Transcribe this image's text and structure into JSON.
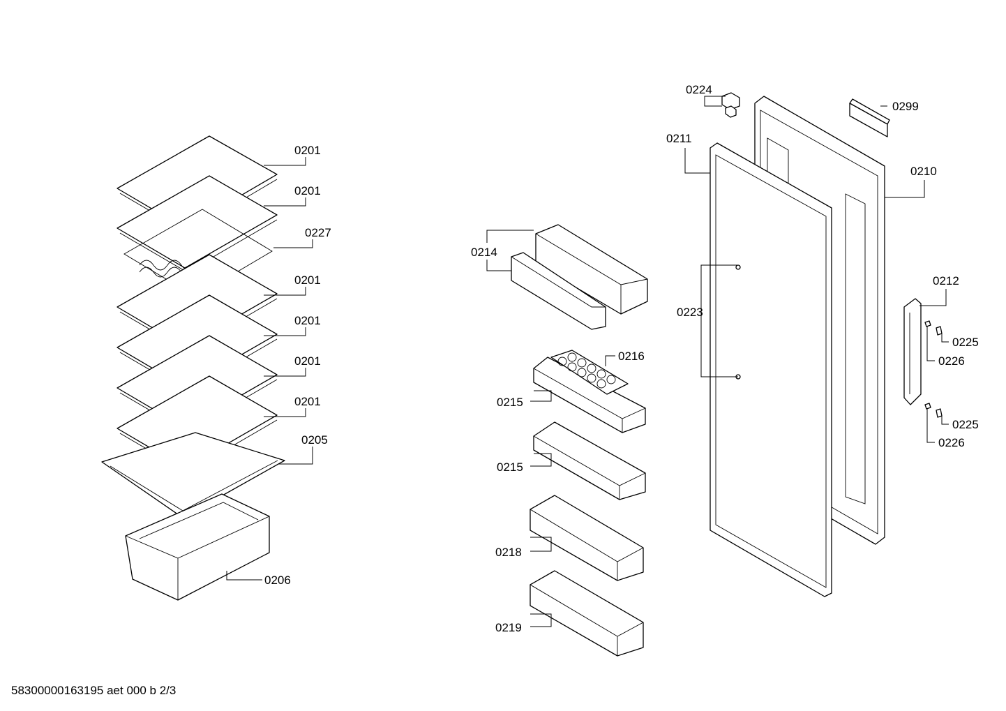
{
  "labels": {
    "shelf_1": "0201",
    "shelf_2": "0201",
    "bottle_rack": "0227",
    "shelf_3": "0201",
    "shelf_4": "0201",
    "shelf_5": "0201",
    "shelf_6": "0201",
    "crisper_cover": "0205",
    "crisper_drawer": "0206",
    "butter_compartment": "0214",
    "egg_tray": "0216",
    "door_shelf_1": "0215",
    "door_shelf_2": "0215",
    "door_shelf_3": "0218",
    "door_shelf_4": "0219",
    "hinge_part": "0224",
    "door_gasket": "0211",
    "door_inner_screws": "0223",
    "nameplate": "0299",
    "door": "0210",
    "handle": "0212",
    "handle_cap_upper": "0225",
    "handle_screw_upper": "0226",
    "handle_cap_lower": "0225",
    "handle_screw_lower": "0226"
  },
  "footer": "58300000163195 aet 000 b 2/3"
}
